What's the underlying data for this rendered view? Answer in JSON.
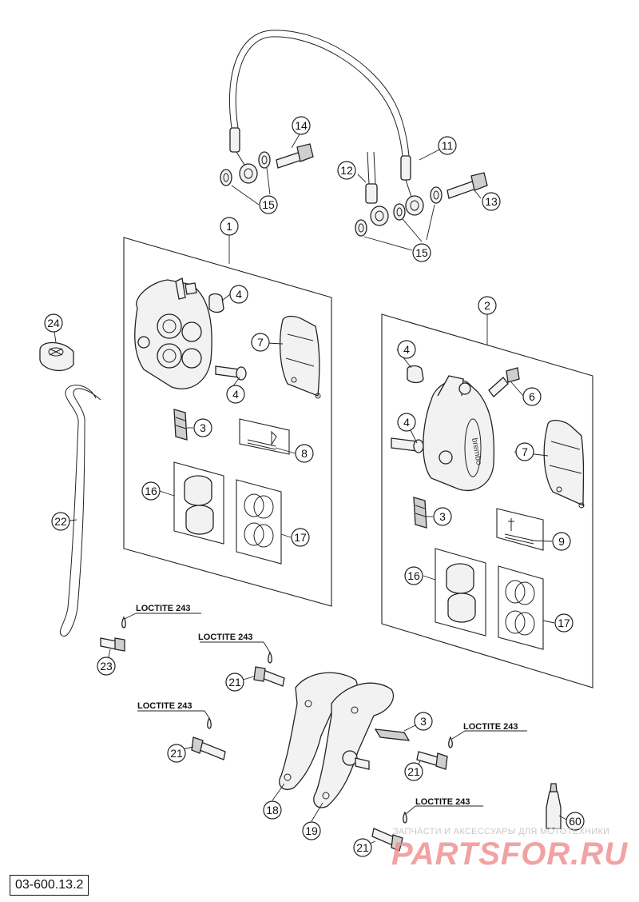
{
  "diagram": {
    "code": "03-600.13.2",
    "adhesive_label": "LOCTITE 243",
    "callouts": {
      "c1": "1",
      "c2": "2",
      "c3a": "3",
      "c3b": "3",
      "c3c": "3",
      "c4a": "4",
      "c4b": "4",
      "c4c": "4",
      "c4d": "4",
      "c6": "6",
      "c7a": "7",
      "c7b": "7",
      "c8": "8",
      "c9": "9",
      "c11": "11",
      "c12": "12",
      "c13": "13",
      "c14": "14",
      "c15a": "15",
      "c15b": "15",
      "c16a": "16",
      "c16b": "16",
      "c17a": "17",
      "c17b": "17",
      "c18": "18",
      "c19": "19",
      "c21a": "21",
      "c21b": "21",
      "c21c": "21",
      "c21d": "21",
      "c22": "22",
      "c23": "23",
      "c24": "24",
      "c60": "60"
    }
  },
  "watermark": {
    "subtitle": "ЗАПЧАСТИ И АКСЕССУАРЫ ДЛЯ МОТОТЕХНИКИ",
    "logo": "PARTSFOR.RU"
  }
}
